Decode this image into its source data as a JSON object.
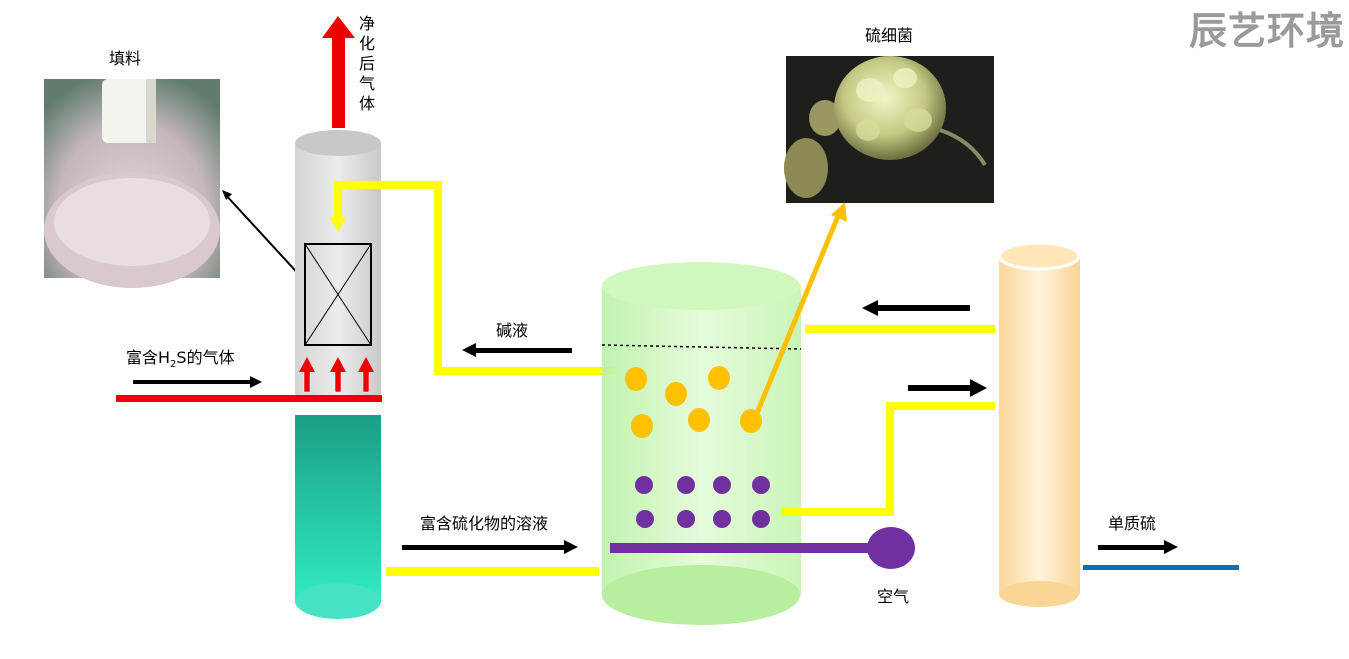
{
  "brand": "辰艺环境",
  "labels": {
    "packing": "填料",
    "purified_gas": "净化后气体",
    "h2s_gas_pre": "富含H",
    "h2s_gas_sub": "2",
    "h2s_gas_post": "S的气体",
    "alkali": "碱液",
    "sulfide_solution": "富含硫化物的溶液",
    "bacteria": "硫细菌",
    "air": "空气",
    "elemental_sulfur": "单质硫"
  },
  "colors": {
    "red": "#ee0000",
    "yellow": "#ffff00",
    "purple": "#7030a0",
    "orange": "#ffc000",
    "blue": "#0070c0",
    "teal": "#2ee6c0"
  }
}
